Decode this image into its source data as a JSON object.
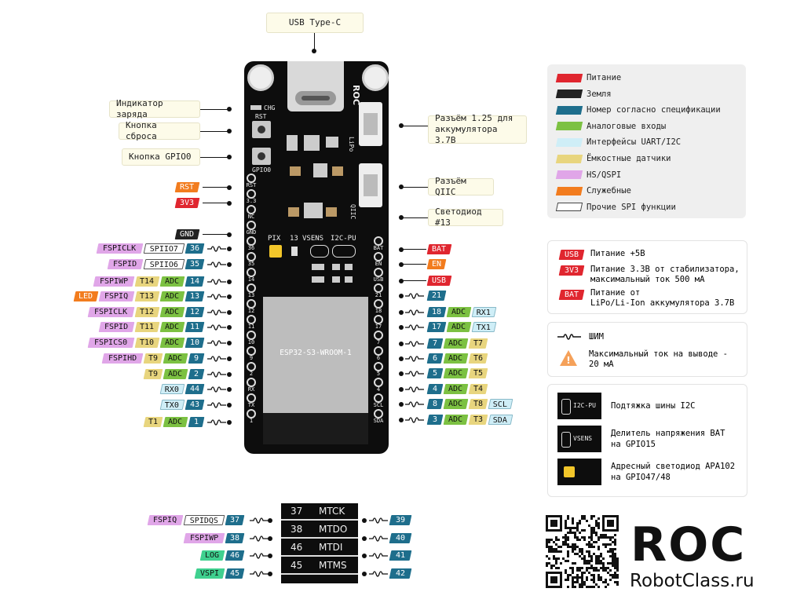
{
  "top_note": "USB Type-C",
  "left_notes": [
    "Индикатор заряда",
    "Кнопка сброса",
    "Кнопка GPIO0"
  ],
  "right_notes": [
    "Разъём 1.25 для\nаккумулятора 3.7В",
    "Разъём QIIC",
    "Светодиод #13"
  ],
  "board": {
    "chg": "CHG",
    "rst": "RST",
    "gpio0": "GPIO0",
    "lipo": "LiPo",
    "qiic": "QIIC",
    "pix": "PIX",
    "led13": "13",
    "vsens": "VSENS",
    "i2cpu": "I2C-PU",
    "module": "ESP32-S3-WROOM-1",
    "left_silk": [
      "RST",
      "3.3",
      "NC",
      "GND",
      "36",
      "35",
      "14",
      "13",
      "12",
      "11",
      "10",
      "9",
      "2",
      "RX",
      "TX",
      "1"
    ],
    "right_silk": [
      "BAT",
      "EN",
      "USB",
      "21",
      "18",
      "17",
      "7",
      "6",
      "5",
      "4",
      "SCL",
      "SDA"
    ]
  },
  "left_pins": [
    {
      "labels": [
        {
          "t": "RST",
          "c": "svc"
        }
      ]
    },
    {
      "labels": [
        {
          "t": "3V3",
          "c": "pwr"
        }
      ]
    },
    {
      "labels": [
        {
          "t": "GND",
          "c": "gnd"
        }
      ]
    },
    {
      "labels": [
        {
          "t": "FSPICLK",
          "c": "hs"
        },
        {
          "t": "SPIIO7",
          "c": "spi"
        },
        {
          "t": "36",
          "c": "num"
        }
      ],
      "pwm": true
    },
    {
      "labels": [
        {
          "t": "FSPID",
          "c": "hs"
        },
        {
          "t": "SPIIO6",
          "c": "spi"
        },
        {
          "t": "35",
          "c": "num"
        }
      ],
      "pwm": true
    },
    {
      "labels": [
        {
          "t": "FSPIWP",
          "c": "hs"
        },
        {
          "t": "T14",
          "c": "touch"
        },
        {
          "t": "ADC",
          "c": "adc"
        },
        {
          "t": "14",
          "c": "num"
        }
      ],
      "pwm": true
    },
    {
      "labels": [
        {
          "t": "LED",
          "c": "svc"
        },
        {
          "t": "FSPIQ",
          "c": "hs"
        },
        {
          "t": "T13",
          "c": "touch"
        },
        {
          "t": "ADC",
          "c": "adc"
        },
        {
          "t": "13",
          "c": "num"
        }
      ],
      "pwm": true
    },
    {
      "labels": [
        {
          "t": "FSPICLK",
          "c": "hs"
        },
        {
          "t": "T12",
          "c": "touch"
        },
        {
          "t": "ADC",
          "c": "adc"
        },
        {
          "t": "12",
          "c": "num"
        }
      ],
      "pwm": true
    },
    {
      "labels": [
        {
          "t": "FSPID",
          "c": "hs"
        },
        {
          "t": "T11",
          "c": "touch"
        },
        {
          "t": "ADC",
          "c": "adc"
        },
        {
          "t": "11",
          "c": "num"
        }
      ],
      "pwm": true
    },
    {
      "labels": [
        {
          "t": "FSPICS0",
          "c": "hs"
        },
        {
          "t": "T10",
          "c": "touch"
        },
        {
          "t": "ADC",
          "c": "adc"
        },
        {
          "t": "10",
          "c": "num"
        }
      ],
      "pwm": true
    },
    {
      "labels": [
        {
          "t": "FSPIHD",
          "c": "hs"
        },
        {
          "t": "T9",
          "c": "touch"
        },
        {
          "t": "ADC",
          "c": "adc"
        },
        {
          "t": "9",
          "c": "num"
        }
      ],
      "pwm": true
    },
    {
      "labels": [
        {
          "t": "T9",
          "c": "touch"
        },
        {
          "t": "ADC",
          "c": "adc"
        },
        {
          "t": "2",
          "c": "num"
        }
      ],
      "pwm": true
    },
    {
      "labels": [
        {
          "t": "RX0",
          "c": "uart"
        },
        {
          "t": "44",
          "c": "num"
        }
      ],
      "pwm": true
    },
    {
      "labels": [
        {
          "t": "TX0",
          "c": "uart"
        },
        {
          "t": "43",
          "c": "num"
        }
      ],
      "pwm": true
    },
    {
      "labels": [
        {
          "t": "T1",
          "c": "touch"
        },
        {
          "t": "ADC",
          "c": "adc"
        },
        {
          "t": "1",
          "c": "num"
        }
      ],
      "pwm": true
    }
  ],
  "right_pins": [
    {
      "labels": [
        {
          "t": "BAT",
          "c": "pwr"
        }
      ]
    },
    {
      "labels": [
        {
          "t": "EN",
          "c": "svc"
        }
      ]
    },
    {
      "labels": [
        {
          "t": "USB",
          "c": "pwr"
        }
      ]
    },
    {
      "labels": [
        {
          "t": "21",
          "c": "num"
        }
      ],
      "pwm": true
    },
    {
      "labels": [
        {
          "t": "18",
          "c": "num"
        },
        {
          "t": "ADC",
          "c": "adc"
        },
        {
          "t": "RX1",
          "c": "uart"
        }
      ],
      "pwm": true
    },
    {
      "labels": [
        {
          "t": "17",
          "c": "num"
        },
        {
          "t": "ADC",
          "c": "adc"
        },
        {
          "t": "TX1",
          "c": "uart"
        }
      ],
      "pwm": true
    },
    {
      "labels": [
        {
          "t": "7",
          "c": "num"
        },
        {
          "t": "ADC",
          "c": "adc"
        },
        {
          "t": "T7",
          "c": "touch"
        }
      ],
      "pwm": true
    },
    {
      "labels": [
        {
          "t": "6",
          "c": "num"
        },
        {
          "t": "ADC",
          "c": "adc"
        },
        {
          "t": "T6",
          "c": "touch"
        }
      ],
      "pwm": true
    },
    {
      "labels": [
        {
          "t": "5",
          "c": "num"
        },
        {
          "t": "ADC",
          "c": "adc"
        },
        {
          "t": "T5",
          "c": "touch"
        }
      ],
      "pwm": true
    },
    {
      "labels": [
        {
          "t": "4",
          "c": "num"
        },
        {
          "t": "ADC",
          "c": "adc"
        },
        {
          "t": "T4",
          "c": "touch"
        }
      ],
      "pwm": true
    },
    {
      "labels": [
        {
          "t": "8",
          "c": "num"
        },
        {
          "t": "ADC",
          "c": "adc"
        },
        {
          "t": "T8",
          "c": "touch"
        },
        {
          "t": "SCL",
          "c": "uart"
        }
      ],
      "pwm": true
    },
    {
      "labels": [
        {
          "t": "3",
          "c": "num"
        },
        {
          "t": "ADC",
          "c": "adc"
        },
        {
          "t": "T3",
          "c": "touch"
        },
        {
          "t": "SDA",
          "c": "uart"
        }
      ],
      "pwm": true
    }
  ],
  "legend": [
    {
      "text": "Питание",
      "color": "#e0262f"
    },
    {
      "text": "Земля",
      "color": "#222222"
    },
    {
      "text": "Номер согласно спецификации",
      "color": "#1e6e8c"
    },
    {
      "text": "Аналоговые входы",
      "color": "#7cc142"
    },
    {
      "text": "Интерфейсы UART/I2C",
      "color": "#cfeef7"
    },
    {
      "text": "Ёмкостные датчики",
      "color": "#e8d57e"
    },
    {
      "text": "HS/QSPI",
      "color": "#e0a6e8"
    },
    {
      "text": "Служебные",
      "color": "#f27c1e"
    },
    {
      "text": "Прочие SPI функции",
      "color": "#ffffff"
    }
  ],
  "power_info": [
    {
      "tag": "USB",
      "text": "Питание +5В"
    },
    {
      "tag": "3V3",
      "text": "Питание 3.3В от стабилизатора,\nмаксимальный ток 500 мА"
    },
    {
      "tag": "BAT",
      "text": "Питание от\nLiPo/Li-Ion аккумулятора 3.7В"
    }
  ],
  "symbols": [
    {
      "text": "ШИМ"
    },
    {
      "text": "Максимальный ток на выводе -\n20 мА"
    }
  ],
  "features": [
    {
      "tag": "I2C-PU",
      "text": "Подтяжка шины I2C"
    },
    {
      "tag": "VSENS",
      "text": "Делитель напряжения BAT\nна GPIO15"
    },
    {
      "tag": "",
      "text": "Адресный светодиод APA102\nна GPIO47/48"
    }
  ],
  "jtag": {
    "left": [
      {
        "labels": [
          {
            "t": "FSPIQ",
            "c": "hs"
          },
          {
            "t": "SPIDQS",
            "c": "spi"
          },
          {
            "t": "37",
            "c": "num"
          }
        ]
      },
      {
        "labels": [
          {
            "t": "FSPIWP",
            "c": "hs"
          },
          {
            "t": "38",
            "c": "num"
          }
        ]
      },
      {
        "labels": [
          {
            "t": "LOG",
            "c": "log"
          },
          {
            "t": "46",
            "c": "num"
          }
        ]
      },
      {
        "labels": [
          {
            "t": "VSPI",
            "c": "log"
          },
          {
            "t": "45",
            "c": "num"
          }
        ]
      }
    ],
    "box_rows": [
      [
        "37",
        "MTCK"
      ],
      [
        "38",
        "MTDO"
      ],
      [
        "46",
        "MTDI"
      ],
      [
        "45",
        "MTMS"
      ]
    ],
    "right": [
      "39",
      "40",
      "41",
      "42"
    ]
  },
  "brand": {
    "logo": "ROC",
    "site": "RobotClass.ru"
  }
}
